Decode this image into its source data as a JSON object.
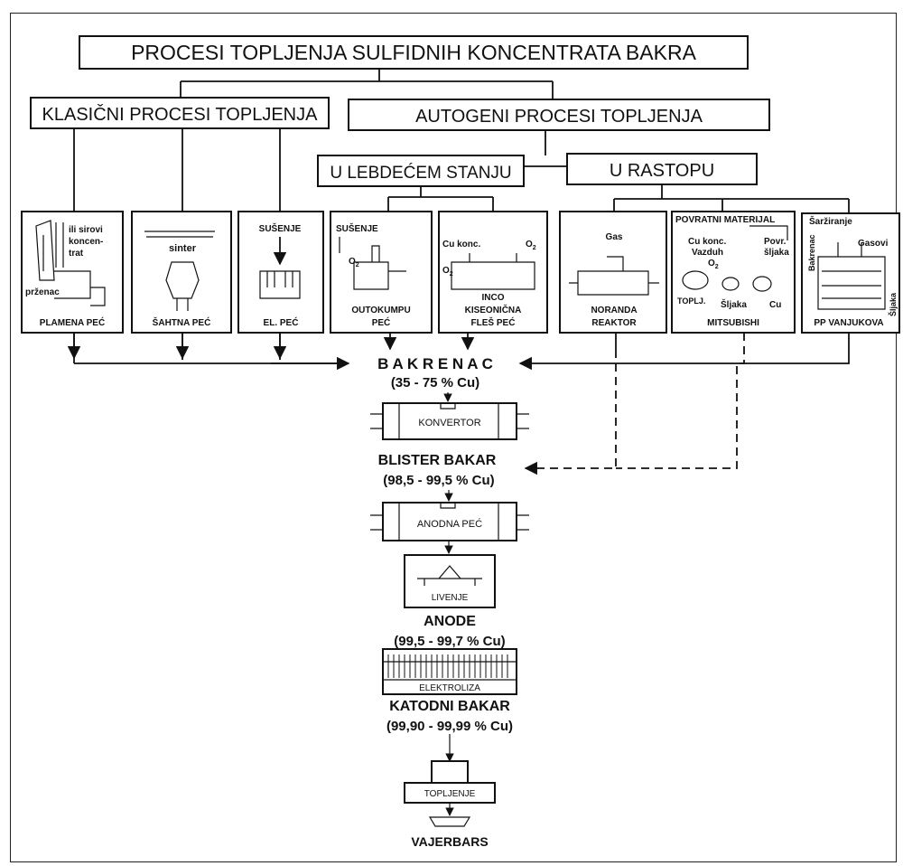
{
  "title": "PROCESI TOPLJENJA SULFIDNIH KONCENTRATA BAKRA",
  "groups": {
    "classic": "KLASIČNI PROCESI TOPLJENJA",
    "autogenous": "AUTOGENI PROCESI TOPLJENJA",
    "flash": "U LEBDEĆEM STANJU",
    "bath": "U RASTOPU"
  },
  "furnaces": {
    "plamena": {
      "name": "PLAMENA PEĆ",
      "note1": "ili sirovi",
      "note2": "koncen-",
      "note3": "trat",
      "note4": "prženac"
    },
    "sahtna": {
      "name": "ŠAHTNA PEĆ",
      "note1": "sinter"
    },
    "elpec": {
      "name": "EL. PEĆ",
      "note1": "SUŠENJE"
    },
    "outokumpu": {
      "name1": "OUTOKUMPU",
      "name2": "PEĆ",
      "note1": "SUŠENJE",
      "note2": "O",
      "sub2": "2"
    },
    "inco": {
      "name1": "INCO",
      "name2": "KISEONIČNA",
      "name3": "FLEŠ PEĆ",
      "note1": "Cu konc.",
      "note2": "O",
      "sub2": "2",
      "note3": "O",
      "sub3": "2"
    },
    "noranda": {
      "name1": "NORANDA",
      "name2": "REAKTOR",
      "note1": "Gas"
    },
    "mitsubishi": {
      "name": "MITSUBISHI",
      "note1": "POVRATNI MATERIJAL",
      "note2": "Cu konc.",
      "note3": "Vazduh",
      "note4": "O",
      "sub4": "2",
      "note5": "Povr.",
      "note6": "šljaka",
      "note7": "TOPLJ.",
      "note8": "Šljaka",
      "note9": "Cu"
    },
    "vanjukova": {
      "name": "PP VANJUKOVA",
      "note1": "Šaržiranje",
      "note2": "Gasovi",
      "note3": "Bakrenac",
      "note4": "Šljaka"
    }
  },
  "flow": {
    "matte": "B A K R E N A C",
    "matte_pct": "(35 - 75 % Cu)",
    "converter": "KONVERTOR",
    "blister": "BLISTER BAKAR",
    "blister_pct": "(98,5 - 99,5 % Cu)",
    "anode_furnace": "ANODNA PEĆ",
    "casting": "LIVENJE",
    "anodes": "ANODE",
    "anodes_pct": "(99,5 - 99,7 % Cu)",
    "electrolysis": "ELEKTROLIZA",
    "cathode": "KATODNI BAKAR",
    "cathode_pct": "(99,90 - 99,99 % Cu)",
    "melting": "TOPLJENJE",
    "wirebars": "VAJERBARS"
  }
}
